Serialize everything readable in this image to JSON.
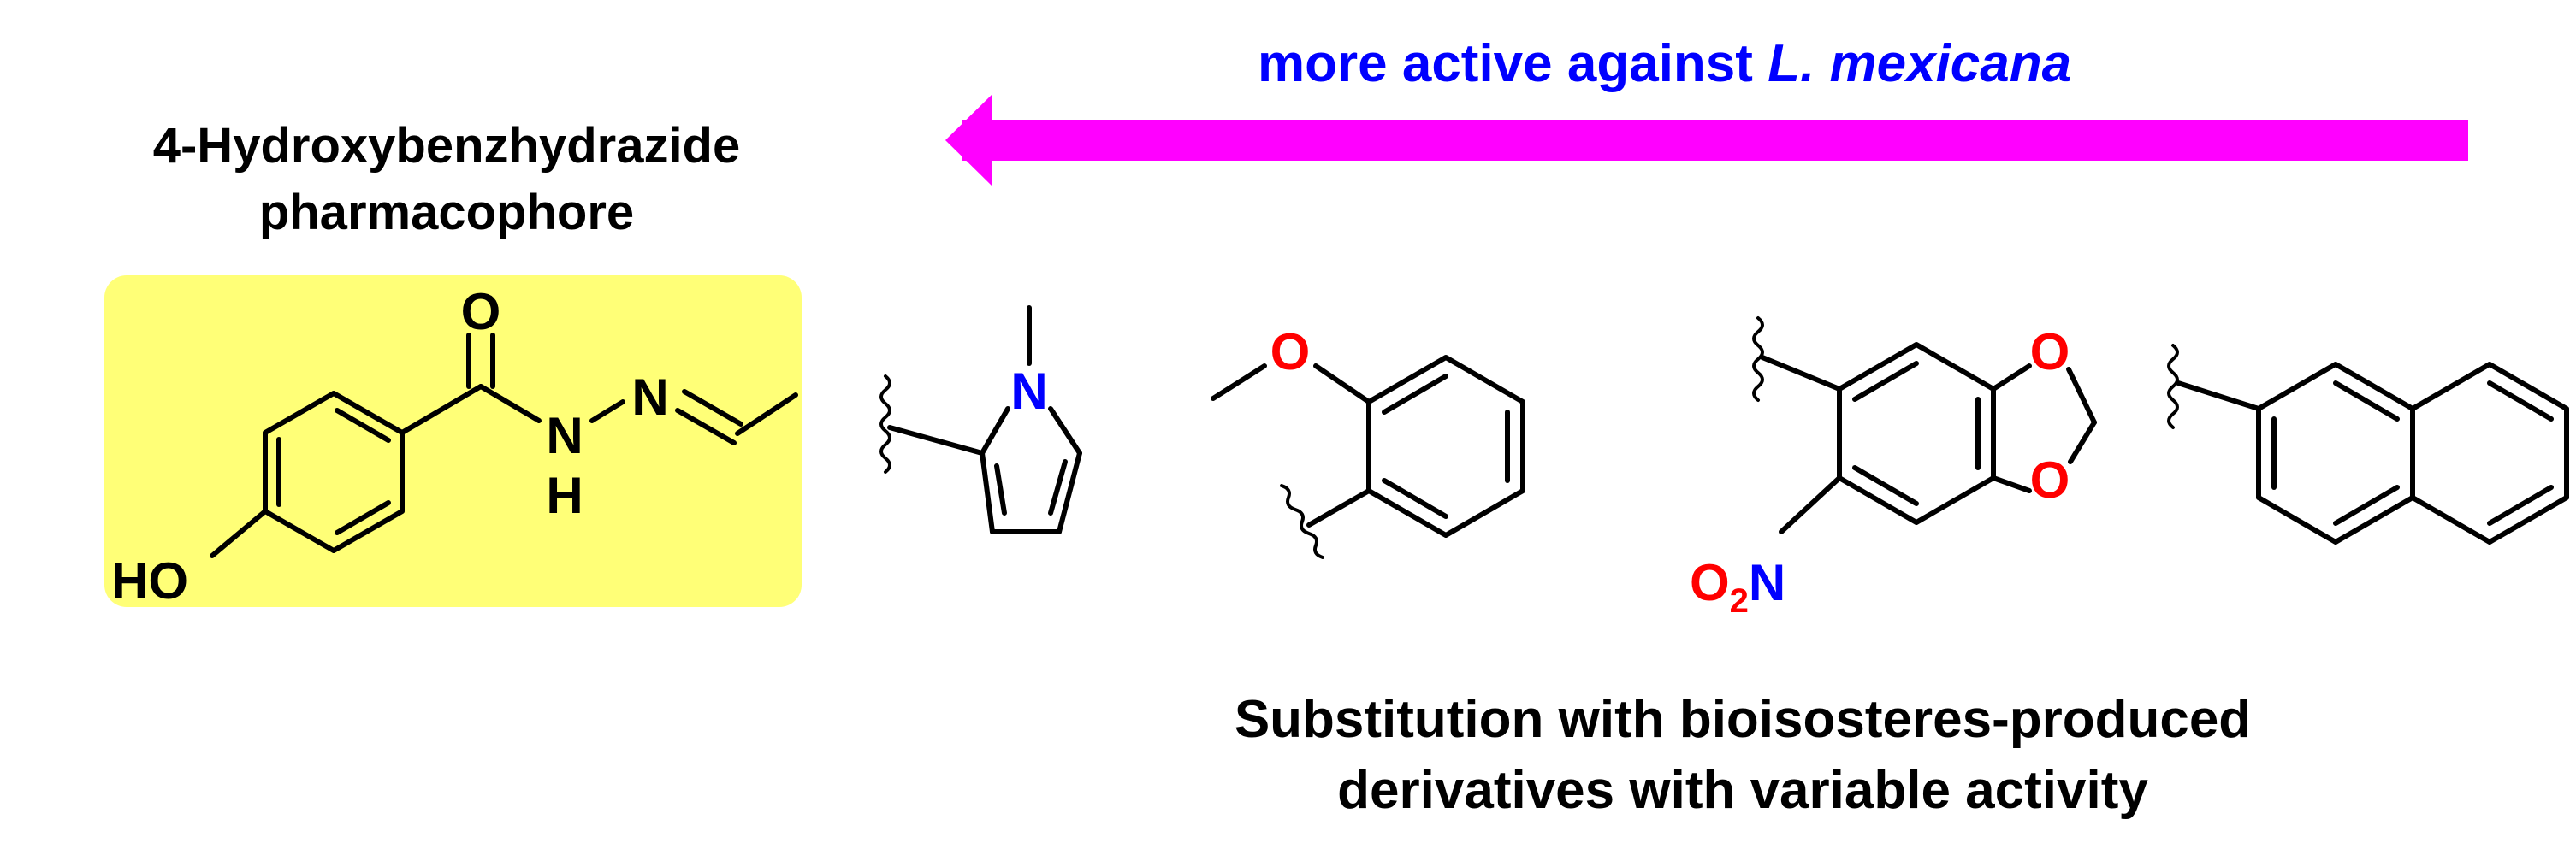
{
  "colors": {
    "arrow": "#ff00ff",
    "arrow_text": "#0000ff",
    "highlight": "#ffff77",
    "nitrogen": "#0000ff",
    "oxygen": "#ff0000",
    "black": "#000000"
  },
  "arrow_label": {
    "prefix": "more active against ",
    "species": "L. mexicana"
  },
  "pharmacophore_title": {
    "line1": "4-Hydroxybenzhydrazide",
    "line2": "pharmacophore"
  },
  "core_atoms": {
    "ho": "HO",
    "o": "O",
    "nh_n": "N",
    "nh_h": "H",
    "n_imine": "N"
  },
  "substituents": {
    "pyrrole_n": "N",
    "methoxy_o": "O",
    "dioxole_o1": "O",
    "dioxole_o2": "O",
    "nitro_o": "O",
    "nitro_sub": "2",
    "nitro_n": "N"
  },
  "caption": {
    "line1": "Substitution with bioisosteres-produced",
    "line2": "derivatives with variable activity"
  }
}
